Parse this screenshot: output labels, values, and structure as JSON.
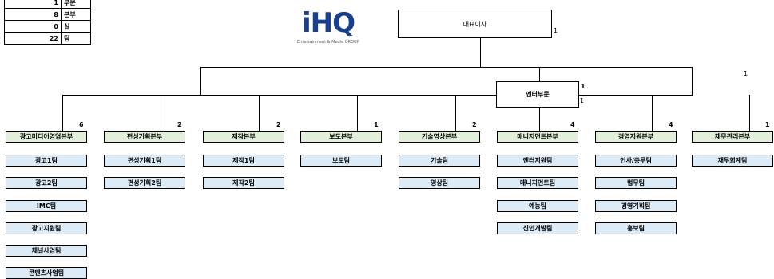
{
  "summary": [
    {
      "count": "1",
      "label": "부문"
    },
    {
      "count": "8",
      "label": "본부"
    },
    {
      "count": "0",
      "label": "실"
    },
    {
      "count": "22",
      "label": "팀"
    }
  ],
  "logo": {
    "text": "iHQ",
    "subtitle": "Entertainment & Media GROUP"
  },
  "ceo": {
    "label": "대표이사",
    "count": "1"
  },
  "division": {
    "label": "엔터부문",
    "count_a": "1",
    "count_b": "1"
  },
  "side_count": "1",
  "departments": [
    {
      "label": "광고미디어영업본부",
      "count": "6",
      "teams": [
        "광고1팀",
        "광고2팀",
        "IMC팀",
        "광고지원팀",
        "채널사업팀",
        "콘텐츠사업팀"
      ]
    },
    {
      "label": "편성기획본부",
      "count": "2",
      "teams": [
        "편성기획1팀",
        "편성기획2팀"
      ]
    },
    {
      "label": "제작본부",
      "count": "2",
      "teams": [
        "제작1팀",
        "제작2팀"
      ]
    },
    {
      "label": "보도본부",
      "count": "1",
      "teams": [
        "보도팀"
      ]
    },
    {
      "label": "기술영상본부",
      "count": "2",
      "teams": [
        "기술팀",
        "영상팀"
      ]
    },
    {
      "label": "매니지먼트본부",
      "count": "4",
      "teams": [
        "엔터지원팀",
        "매니지먼트팀",
        "예능팀",
        "신인개발팀"
      ]
    },
    {
      "label": "경영지원본부",
      "count": "4",
      "teams": [
        "인사/총무팀",
        "법무팀",
        "경영기획팀",
        "홍보팀"
      ]
    },
    {
      "label": "재무관리본부",
      "count": "1",
      "teams": [
        "재무회계팀"
      ]
    }
  ]
}
